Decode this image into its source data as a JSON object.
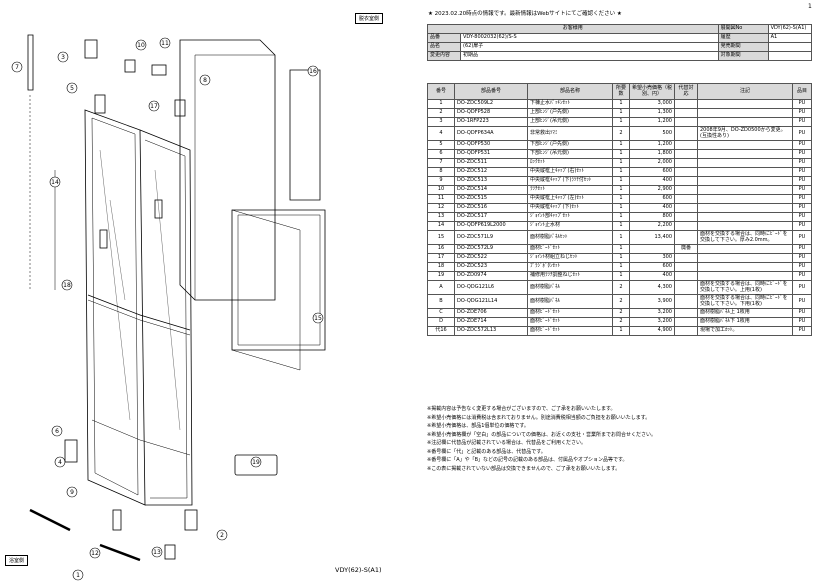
{
  "page_number": "1",
  "header_note": "★ 2023.02.20時点の情報です。最新情報はWebサイトにてご確認ください ★",
  "drawing": {
    "label_top": "脱衣室側",
    "label_bottom": "浴室側",
    "model_caption": "VDY(62)-S(A1)",
    "callouts": [
      "1",
      "2",
      "3",
      "4",
      "5",
      "6",
      "7",
      "8",
      "9",
      "10",
      "11",
      "12",
      "13",
      "14",
      "15",
      "16",
      "17",
      "18",
      "19"
    ]
  },
  "customer": {
    "heading": "お客様用",
    "rows": [
      {
        "label": "品番",
        "value": "VDY-8002032(62)/S-S"
      },
      {
        "label": "品名",
        "value": "(62)扉子"
      },
      {
        "label": "変更内容",
        "value": "初期品"
      }
    ],
    "right": [
      {
        "label": "展開図No",
        "value": "VDY(62)-S(A1)"
      },
      {
        "label": "履歴",
        "value": "A1"
      },
      {
        "label": "発売期間",
        "value": ""
      },
      {
        "label": "対象期間",
        "value": ""
      }
    ]
  },
  "parts": {
    "headers": [
      "番号",
      "部品番号",
      "部品名称",
      "所要数",
      "希望小売価格（税別、円）",
      "代替対応",
      "注記",
      "品目"
    ],
    "rows": [
      {
        "no": "1",
        "code": "DO-ZDC509L2",
        "name": "下棟止水ﾊﾟｯｷﾝｾｯﾄ",
        "qty": "1",
        "price": "3,000",
        "alt": "",
        "note": "",
        "cat": "PU"
      },
      {
        "no": "2",
        "code": "DO-QDFP528",
        "name": "上部ﾋﾝｼﾞ(戸先側)",
        "qty": "1",
        "price": "1,300",
        "alt": "",
        "note": "",
        "cat": "PU"
      },
      {
        "no": "3",
        "code": "DO-1RFP223",
        "name": "上部ﾋﾝｼﾞ(吊元側)",
        "qty": "1",
        "price": "1,200",
        "alt": "",
        "note": "",
        "cat": "PU"
      },
      {
        "no": "4",
        "code": "DO-QDFP634A",
        "name": "非常救出ﾂﾏﾐ",
        "qty": "2",
        "price": "500",
        "alt": "",
        "note": "2008年9月、DO-ZD0500から変更。(互換性あり)",
        "cat": "PU"
      },
      {
        "no": "5",
        "code": "DO-QDFP530",
        "name": "下部ﾋﾝｼﾞ(戸先側)",
        "qty": "1",
        "price": "1,200",
        "alt": "",
        "note": "",
        "cat": "PU"
      },
      {
        "no": "6",
        "code": "DO-QDFP531",
        "name": "下部ﾋﾝｼﾞ(吊元側)",
        "qty": "1",
        "price": "1,800",
        "alt": "",
        "note": "",
        "cat": "PU"
      },
      {
        "no": "7",
        "code": "DO-ZDC511",
        "name": "ﾛｯｸｾｯﾄ",
        "qty": "1",
        "price": "2,000",
        "alt": "",
        "note": "",
        "cat": "PU"
      },
      {
        "no": "8",
        "code": "DO-ZDC512",
        "name": "中央縦框上ｷｬｯﾌﾟ(右)ｾｯﾄ",
        "qty": "1",
        "price": "600",
        "alt": "",
        "note": "",
        "cat": "PU"
      },
      {
        "no": "9",
        "code": "DO-ZDC513",
        "name": "中央縦框ｷｬｯﾌﾟ(下)ﾗﾂﾁ付ｾｯﾄ",
        "qty": "1",
        "price": "400",
        "alt": "",
        "note": "",
        "cat": "PU"
      },
      {
        "no": "10",
        "code": "DO-ZDC514",
        "name": "ﾗﾂﾁｾｯﾄ",
        "qty": "1",
        "price": "2,900",
        "alt": "",
        "note": "",
        "cat": "PU"
      },
      {
        "no": "11",
        "code": "DO-ZDC515",
        "name": "中央縦框上ｷｬｯﾌﾟ(左)ｾｯﾄ",
        "qty": "1",
        "price": "600",
        "alt": "",
        "note": "",
        "cat": "PU"
      },
      {
        "no": "12",
        "code": "DO-ZDC516",
        "name": "中央縦框ｷｬｯﾌﾟ(下)ｾｯﾄ",
        "qty": "1",
        "price": "400",
        "alt": "",
        "note": "",
        "cat": "PU"
      },
      {
        "no": "13",
        "code": "DO-ZDC517",
        "name": "ｼﾞｮｲﾝﾄ部ｷｬｯﾌﾟｾｯﾄ",
        "qty": "1",
        "price": "800",
        "alt": "",
        "note": "",
        "cat": "PU"
      },
      {
        "no": "14",
        "code": "DO-QDFP619L2000",
        "name": "ｼﾞｮｲﾝﾄ止水材",
        "qty": "1",
        "price": "2,200",
        "alt": "",
        "note": "",
        "cat": "PU"
      },
      {
        "no": "15",
        "code": "DO-ZDC571L9",
        "name": "面材樹脂ﾊﾟﾈﾙｾｯﾄ",
        "qty": "1",
        "price": "13,400",
        "alt": "",
        "note": "面材を交換する場合は、同時にﾋﾞｰﾄﾞを交換して下さい。厚み2.0mm。",
        "cat": "PU"
      },
      {
        "no": "16",
        "code": "DO-ZDC572L9",
        "name": "面材ﾋﾞｰﾄﾞｾｯﾄ",
        "qty": "1",
        "price": "",
        "alt": "廃番",
        "note": "",
        "cat": "PU"
      },
      {
        "no": "17",
        "code": "DO-ZDC522",
        "name": "ｼﾞｮｲﾝﾄ材組立ねじｾｯﾄ",
        "qty": "1",
        "price": "300",
        "alt": "",
        "note": "",
        "cat": "PU"
      },
      {
        "no": "18",
        "code": "DO-ZDC523",
        "name": "ﾌﾟﾗｼﾞﾎﾞﾀﾝｾｯﾄ",
        "qty": "1",
        "price": "600",
        "alt": "",
        "note": "",
        "cat": "PU"
      },
      {
        "no": "19",
        "code": "DO-ZD0974",
        "name": "補修用ﾗﾂﾁ調整ねじｾｯﾄ",
        "qty": "1",
        "price": "400",
        "alt": "",
        "note": "",
        "cat": "PU"
      },
      {
        "no": "A",
        "code": "DO-QDG121L6",
        "name": "面材樹脂ﾊﾟﾈﾙ",
        "qty": "2",
        "price": "4,300",
        "alt": "",
        "note": "面材を交換する場合は、同時にﾋﾞｰﾄﾞを交換して下さい。上用(1枚)",
        "cat": "PU"
      },
      {
        "no": "B",
        "code": "DO-QDG121L14",
        "name": "面材樹脂ﾊﾟﾈﾙ",
        "qty": "2",
        "price": "3,900",
        "alt": "",
        "note": "面材を交換する場合は、同時にﾋﾞｰﾄﾞを交換して下さい。下用(1枚)",
        "cat": "PU"
      },
      {
        "no": "C",
        "code": "DO-ZDE706",
        "name": "面材ﾋﾞｰﾄﾞｾｯﾄ",
        "qty": "2",
        "price": "3,200",
        "alt": "",
        "note": "面材樹脂ﾊﾟﾈﾙ上 1枚用",
        "cat": "PU"
      },
      {
        "no": "D",
        "code": "DO-ZDE714",
        "name": "面材ﾋﾞｰﾄﾞｾｯﾄ",
        "qty": "2",
        "price": "3,200",
        "alt": "",
        "note": "面材樹脂ﾊﾟﾈﾙ下 1枚用",
        "cat": "PU"
      },
      {
        "no": "代16",
        "code": "DO-ZDC572L13",
        "name": "面材ﾋﾞｰﾄﾞｾｯﾄ",
        "qty": "1",
        "price": "4,900",
        "alt": "",
        "note": "現場で加工ｶｯﾄ。",
        "cat": "PU"
      }
    ]
  },
  "notes": [
    "※掲載内容は予告なく変更する場合がございますので、ご了承をお願いいたします。",
    "※希望小売価格には消費税は含まれておりません。別途消費税相当額のご負担をお願いいたします。",
    "※希望小売価格は、部品1個単位の価格です。",
    "※希望小売価格欄が「空白」の部品についての価格は、お近くの支社・営業所までお問合せください。",
    "※注記欄に代替品が記載されている場合は、代替品をご利用ください。",
    "※番号欄に「代」と記載のある部品は、代替品です。",
    "※番号欄に「A」や「B」などの記号の記載のある部品は、付属品やオプション品等です。",
    "※この表に掲載されていない部品は交換できませんので、ご了承をお願いいたします。"
  ]
}
